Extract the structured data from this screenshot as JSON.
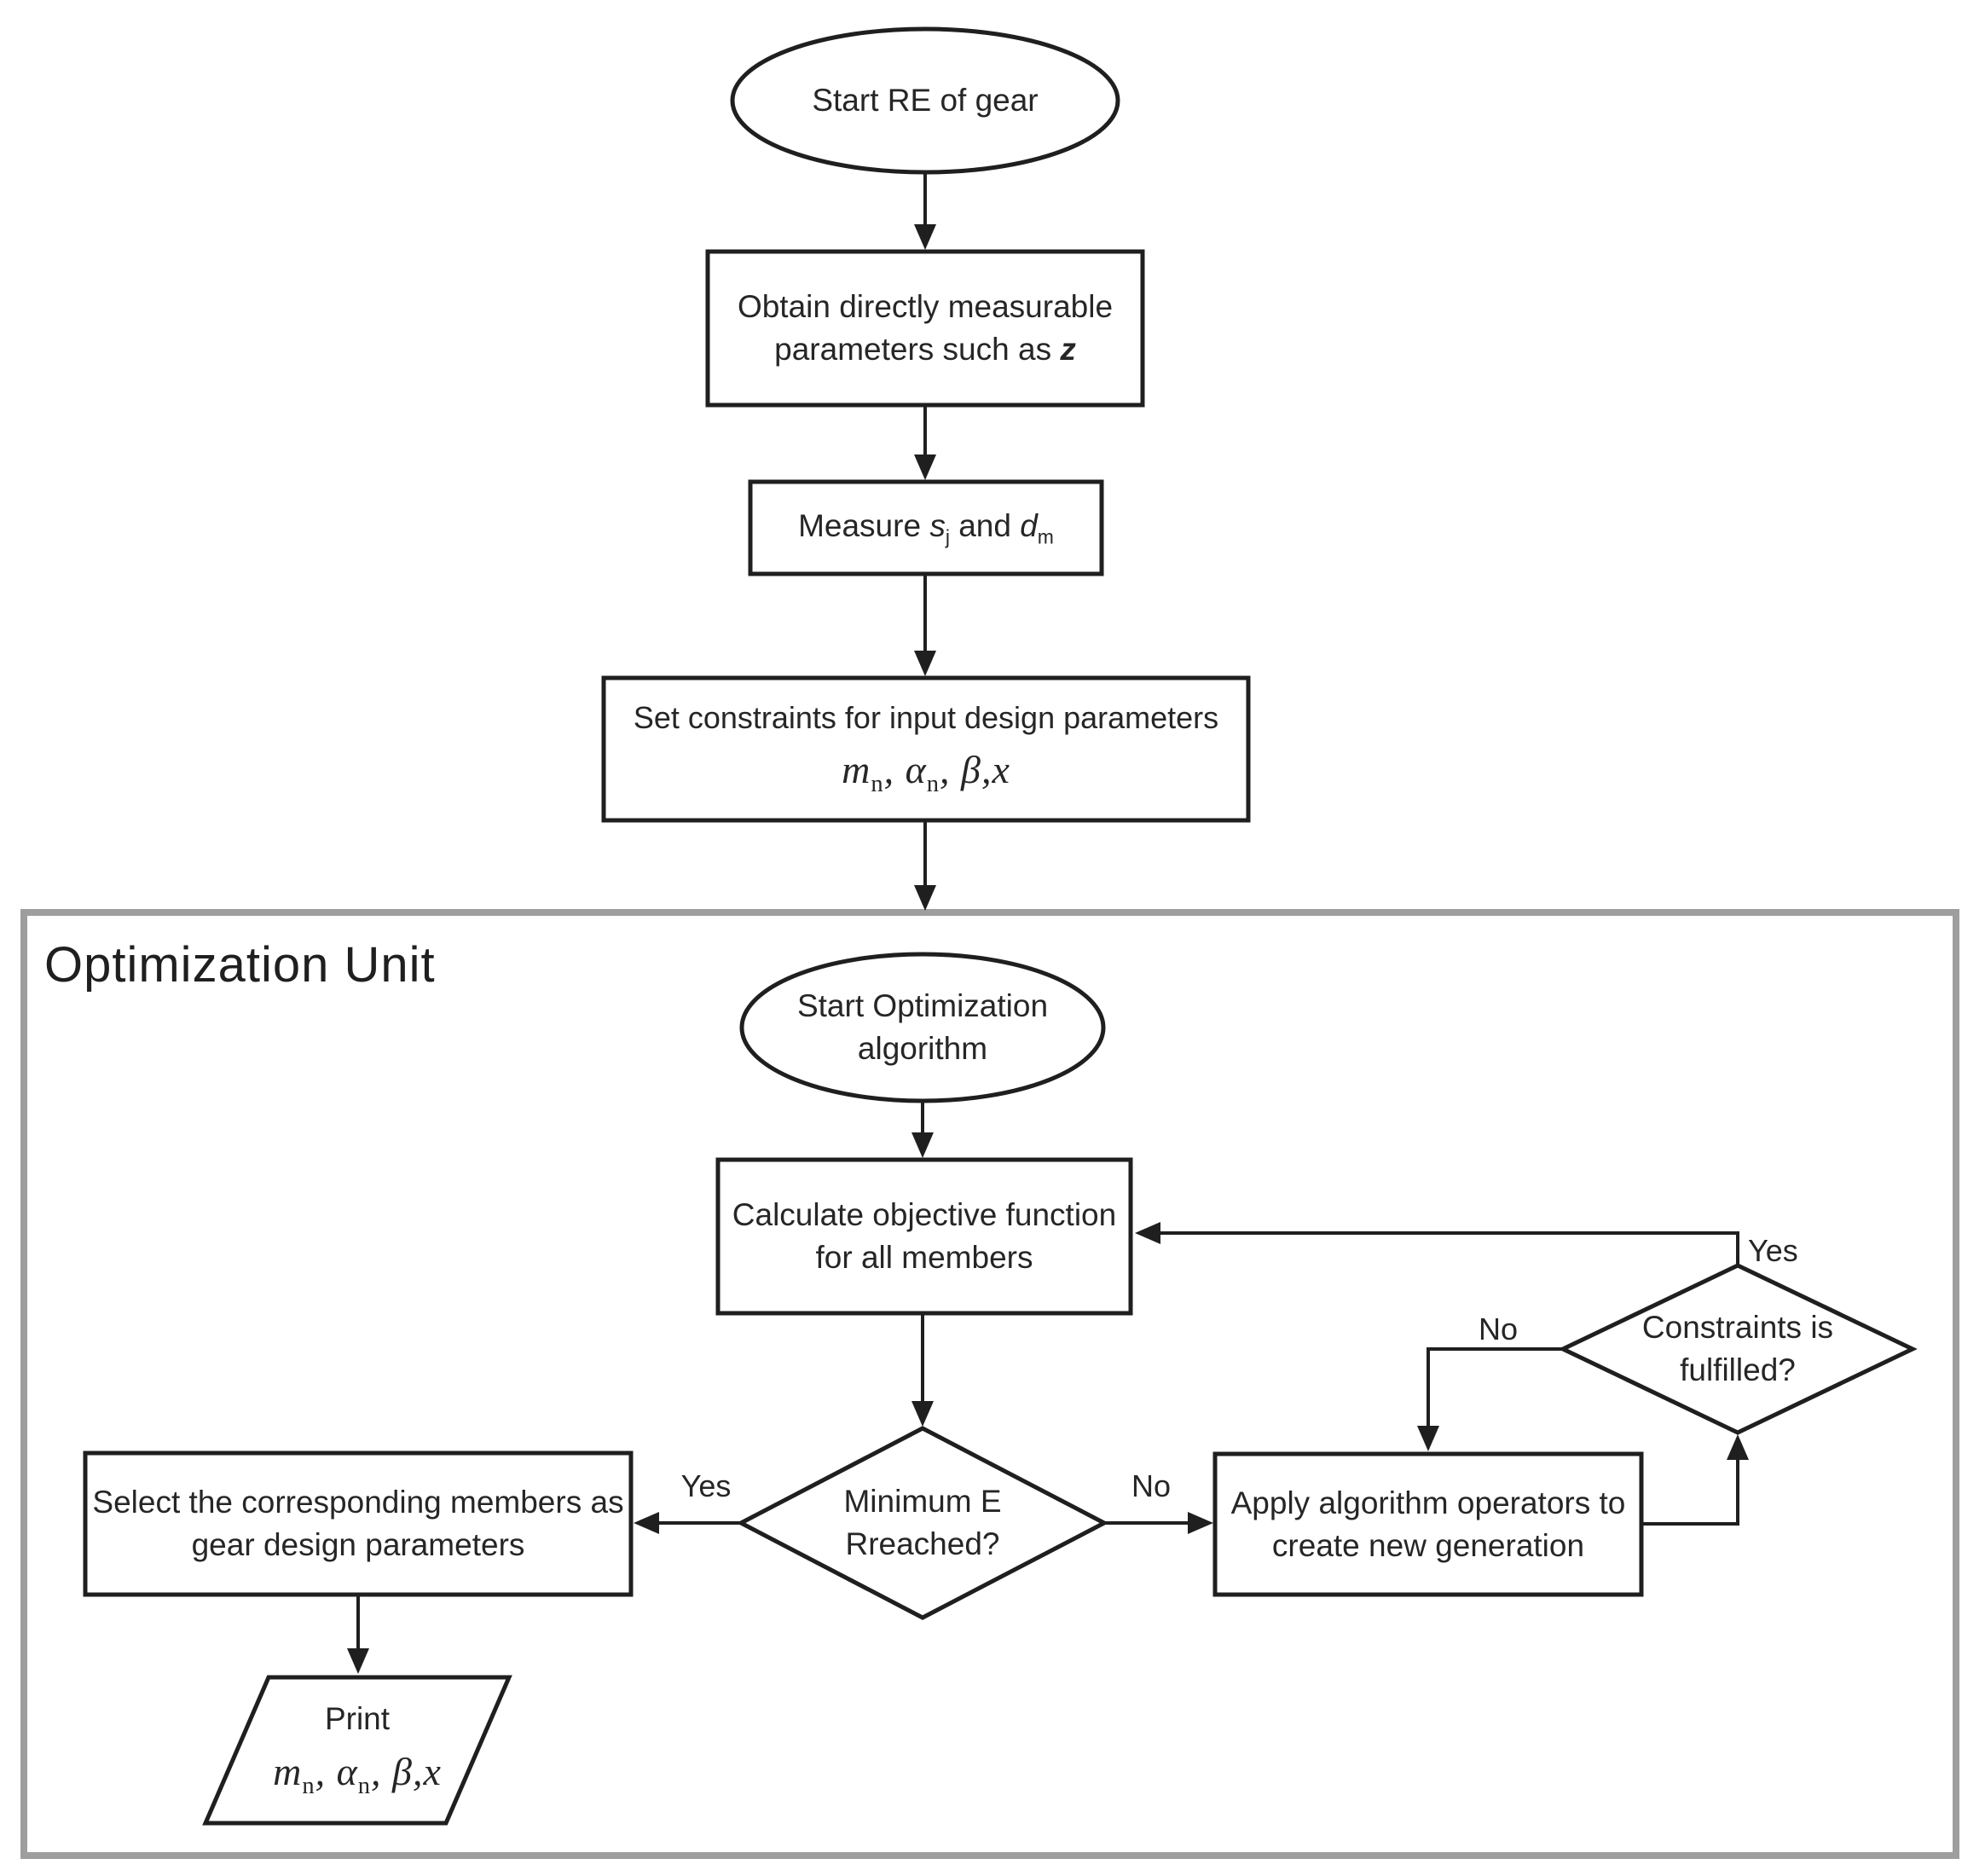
{
  "diagram": {
    "colors": {
      "line": "#1f1f1f",
      "unit_border": "#9e9e9e",
      "background": "#ffffff",
      "text": "#262626"
    },
    "nodes": {
      "start": {
        "label": "Start RE of gear"
      },
      "obtain": {
        "line1": "Obtain directly measurable",
        "line2_pre": "parameters such as ",
        "z": "z"
      },
      "measure": {
        "pre": "Measure ",
        "s": "s",
        "s_sub": "j",
        "and": " and ",
        "d": "d",
        "d_sub": "m"
      },
      "constraints": {
        "line1": "Set constraints for input design parameters"
      },
      "math": {
        "m": "m",
        "m_sub": "n",
        "c1": ", ",
        "alpha": "α",
        "alpha_sub": "n",
        "c2": ", ",
        "beta": "β",
        "c3": ",",
        "x": "x"
      },
      "unit_label": "Optimization Unit",
      "start_opt": {
        "line1": "Start Optimization",
        "line2": "algorithm"
      },
      "calculate": {
        "line1": "Calculate objective function",
        "line2": "for all members"
      },
      "min_e": {
        "line1": "Minimum E",
        "line2": "Rreached?"
      },
      "select": {
        "line1": "Select the corresponding members as",
        "line2": "gear design parameters"
      },
      "print": {
        "line1": "Print"
      },
      "apply": {
        "line1": "Apply algorithm operators to",
        "line2": "create new generation"
      },
      "constraints_check": {
        "line1": "Constraints is",
        "line2": "fulfilled?"
      }
    },
    "branch_labels": {
      "min_e_yes": "Yes",
      "min_e_no": "No",
      "constraints_no": "No",
      "constraints_yes": "Yes"
    }
  }
}
